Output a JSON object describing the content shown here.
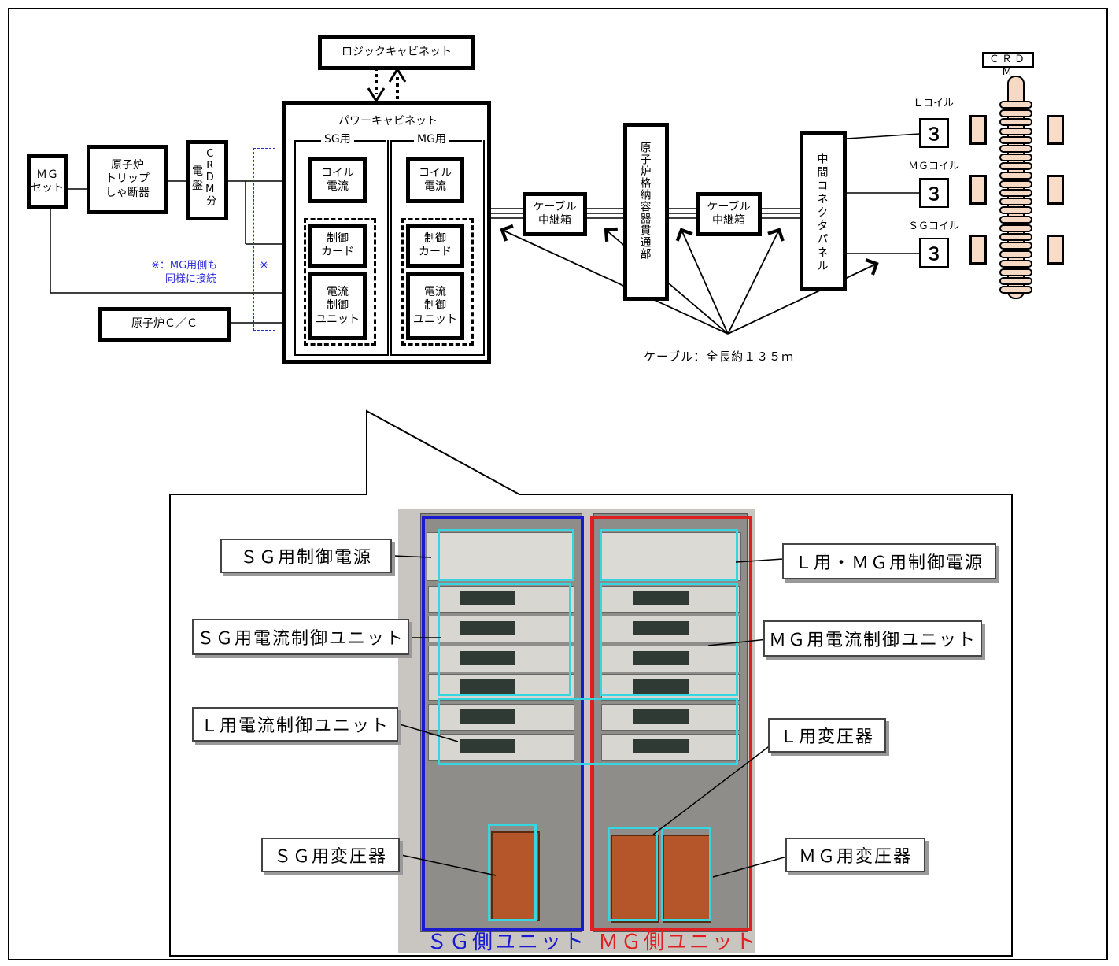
{
  "diagram": {
    "logic_cabinet": "ロジックキャビネット",
    "power_cabinet": "パワーキャビネット",
    "sg_section": "SG用",
    "mg_section": "MG用",
    "mg_set": "ＭＧ\nセット",
    "trip_breaker": "原子炉\nトリップ\nしゃ断器",
    "crdm_panel_a": "電\n盤",
    "crdm_panel_b": "CRDM分",
    "coil_current_sg": "コイル\n電流",
    "control_card_sg": "制御\nカード",
    "current_ctrl_unit_sg": "電流\n制御\nユニット",
    "coil_current_mg": "コイル\n電流",
    "control_card_mg": "制御\nカード",
    "current_ctrl_unit_mg": "電流\n制御\nユニット",
    "reactor_cc": "原子炉Ｃ／Ｃ",
    "note_line1": "※：MG用側も",
    "note_line2": "同様に接続",
    "note_mark": "※",
    "cable_box_1": "ケーブル\n中継箱",
    "penetration": "原子炉格納容器貫通部",
    "cable_box_2": "ケーブル\n中継箱",
    "intermediate_connector": "中間コネクタパネル",
    "cable_length": "ケーブル：全長約１３５ｍ",
    "crdm_label": "ＣＲＤＭ",
    "l_coil": "Ｌコイル",
    "mg_coil": "ＭＧコイル",
    "sg_coil": "ＳＧコイル",
    "coil_symbol": "３"
  },
  "photo": {
    "sg_ctrl_power": "ＳＧ用制御電源",
    "l_mg_ctrl_power": "Ｌ用・ＭＧ用制御電源",
    "sg_current_unit": "ＳＧ用電流制御ユニット",
    "mg_current_unit": "ＭＧ用電流制御ユニット",
    "l_current_unit": "Ｌ用電流制御ユニット",
    "l_transformer": "Ｌ用変圧器",
    "sg_transformer": "ＳＧ用変圧器",
    "mg_transformer": "ＭＧ用変圧器",
    "sg_side_unit": "ＳＧ側ユニット",
    "mg_side_unit": "ＭＧ側ユニット"
  },
  "colors": {
    "sg_blue": "#1a1ad0",
    "mg_red": "#e02020",
    "highlight": "#36d6e0",
    "note_blue": "#2b2bd8"
  }
}
